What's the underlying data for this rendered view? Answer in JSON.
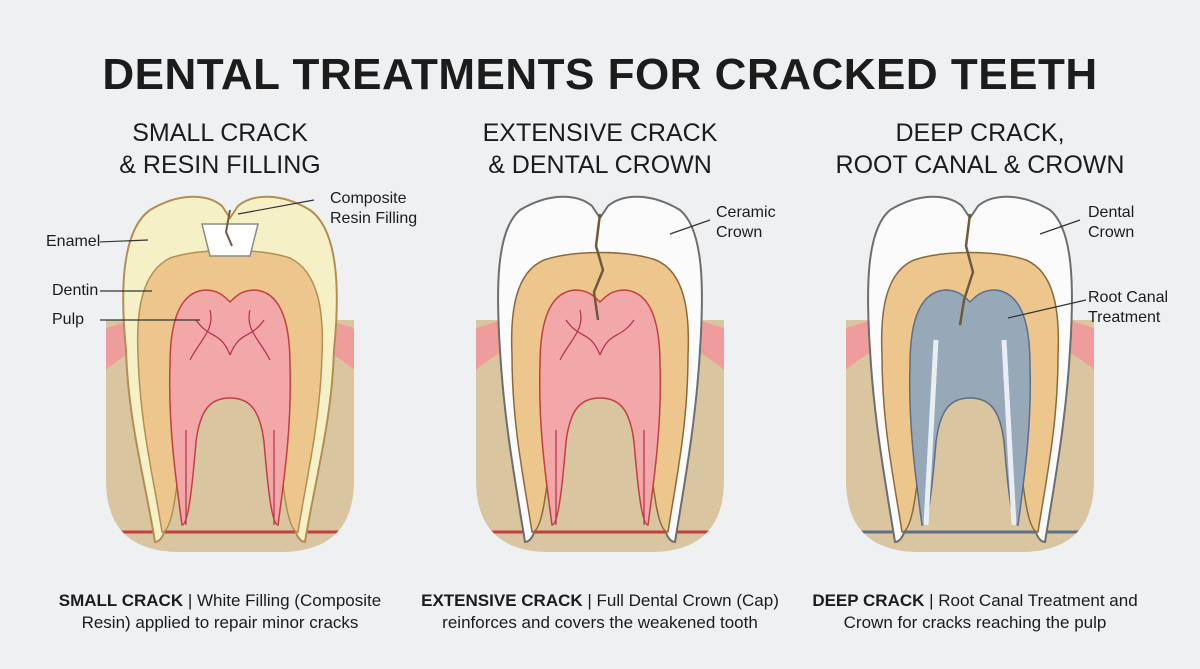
{
  "title": "DENTAL TREATMENTS FOR CRACKED TEETH",
  "panels": [
    {
      "title_line1": "SMALL CRACK",
      "title_line2": "& RESIN FILLING",
      "callouts": {
        "composite_line1": "Composite",
        "composite_line2": "Resin Filling",
        "enamel": "Enamel",
        "dentin": "Dentin",
        "pulp": "Pulp"
      },
      "caption_bold": "SMALL CRACK",
      "caption_line1": "| White Filling (Composite",
      "caption_line2": "Resin) applied to repair minor cracks"
    },
    {
      "title_line1": "EXTENSIVE CRACK",
      "title_line2": "& DENTAL CROWN",
      "callouts": {
        "crown_line1": "Ceramic",
        "crown_line2": "Crown"
      },
      "caption_bold": "EXTENSIVE CRACK",
      "caption_line1": "| Full Dental Crown (Cap)",
      "caption_line2": "reinforces and covers the weakened tooth"
    },
    {
      "title_line1": "DEEP CRACK,",
      "title_line2": "ROOT CANAL & CROWN",
      "callouts": {
        "crown_line1": "Dental",
        "crown_line2": "Crown",
        "rct_line1": "Root Canal",
        "rct_line2": "Treatment"
      },
      "caption_bold": "DEEP CRACK",
      "caption_line1": "| Root Canal Treatment and",
      "caption_line2": "Crown for cracks reaching the pulp"
    }
  ],
  "colors": {
    "background": "#eef0f2",
    "bone": "#d9c5a0",
    "gum": "#ee9c9c",
    "enamel": "#f6f0c6",
    "crown": "#fbfbfb",
    "dentin": "#ecc68c",
    "pulp": "#f2a8a8",
    "root_canal_fill": "#97a9b9",
    "nerve": "#c2403f"
  }
}
